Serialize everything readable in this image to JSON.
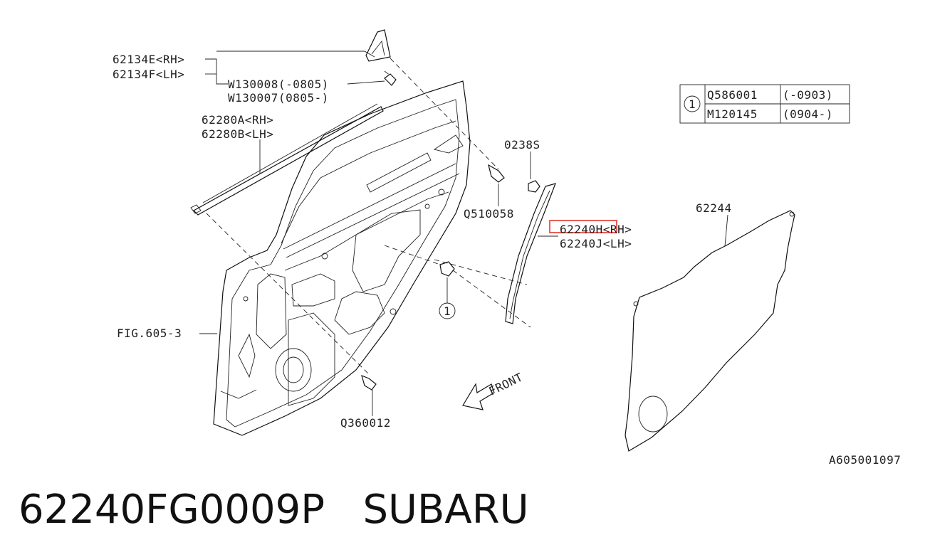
{
  "callouts": {
    "garnish_rh": "62134E<RH>",
    "garnish_lh": "62134F<LH>",
    "clip_a": "W130008(-0805)",
    "clip_b": "W130007(0805-)",
    "weatherstrip_rh": "62280A<RH>",
    "weatherstrip_lh": "62280B<LH>",
    "nut": "0238S",
    "bolt": "Q510058",
    "sash_rh": "62240H<RH>",
    "sash_lh": "62240J<LH>",
    "sealing_cover": "62244",
    "fig_ref": "FIG.605-3",
    "screw": "Q360012",
    "circle_ref": "1",
    "front_arrow": "FRONT",
    "drawing_id": "A605001097"
  },
  "table": {
    "marker": "1",
    "rows": [
      {
        "part": "Q586001",
        "range": "(-0903)"
      },
      {
        "part": "M120145",
        "range": "(0904-)"
      }
    ]
  },
  "highlight_color": "#e8352f",
  "caption": {
    "part_number": "62240FG0009P",
    "brand": "SUBARU"
  }
}
